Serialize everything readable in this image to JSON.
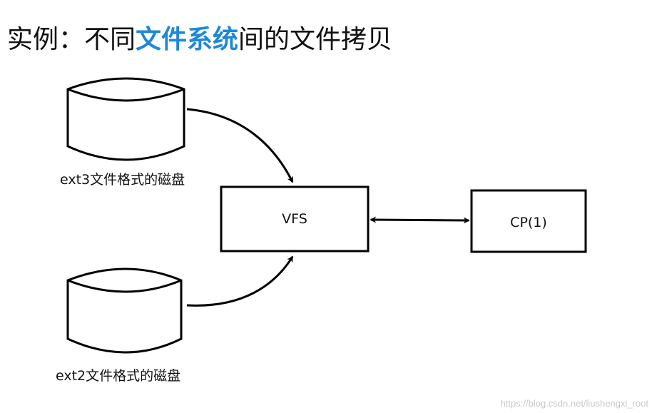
{
  "title": {
    "prefix": "实例：不同",
    "highlight": "文件系统",
    "suffix": "间的文件拷贝"
  },
  "nodes": {
    "vfs": "VFS",
    "cp": "CP(1)",
    "disk_ext3": "ext3文件格式的磁盘",
    "disk_ext2": "ext2文件格式的磁盘"
  },
  "watermark": "https://blog.csdn.net/liushengxi_root",
  "colors": {
    "highlight": "#1e88d8",
    "stroke": "#000000"
  }
}
